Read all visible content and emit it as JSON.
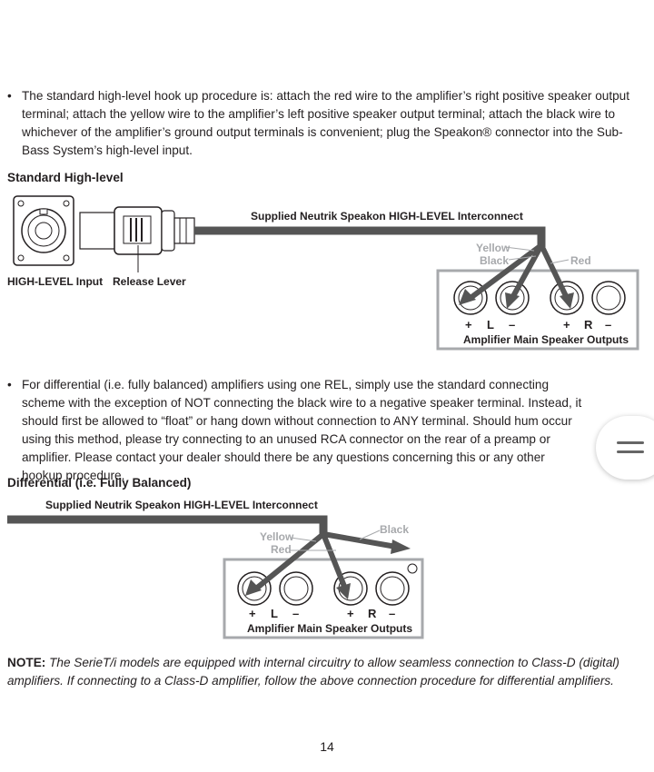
{
  "paragraph1": {
    "bullet": "•",
    "text": "The standard high-level hook up procedure is: attach the red wire to the amplifier’s right positive speaker output terminal; attach the yellow wire to the amplifier’s left positive speaker output terminal; attach the black wire to whichever of the amplifier’s ground output terminals is convenient; plug the Speakon® connector into the Sub-Bass System’s high-level input."
  },
  "heading1": "Standard High-level",
  "figure1": {
    "cable_label": "Supplied Neutrik Speakon HIGH-LEVEL Interconnect",
    "input_label": "HIGH-LEVEL Input",
    "lever_label": "Release Lever",
    "wire_yellow": "Yellow",
    "wire_black": "Black",
    "wire_red": "Red",
    "terminals": [
      "+",
      "L",
      "–",
      "+",
      "R",
      "–"
    ],
    "amp_label": "Amplifier Main Speaker Outputs"
  },
  "paragraph2": {
    "bullet": "•",
    "text": "For differential (i.e. fully balanced) amplifiers using one REL, simply use the standard connecting scheme with the exception of NOT connecting the black wire to a negative speaker terminal. Instead, it should first be allowed to “float” or hang down without connection to ANY terminal. Should hum occur using this method, please try connecting to an unused RCA connector on the rear of a preamp or amplifier. Please contact your dealer should there be any questions concerning this or any other hookup procedure."
  },
  "heading2": "Differential (i.e. Fully Balanced)",
  "figure2": {
    "cable_label": "Supplied Neutrik Speakon HIGH-LEVEL Interconnect",
    "wire_yellow": "Yellow",
    "wire_red": "Red",
    "wire_black": "Black",
    "terminals": [
      "+",
      "L",
      "–",
      "+",
      "R",
      "–"
    ],
    "amp_label": "Amplifier Main Speaker Outputs"
  },
  "note": {
    "label": "NOTE:",
    "text": "The SerieT/i models are equipped with internal circuitry to allow seamless connection to Class-D (digital) amplifiers. If connecting to a Class-D amplifier, follow the above connection procedure for differential amplifiers."
  },
  "page_number": "14",
  "icons": {
    "scroll_handle": "menu-lines-icon"
  },
  "colors": {
    "text": "#231f20",
    "cable": "#555555",
    "label_grey": "#a7a9ac"
  }
}
